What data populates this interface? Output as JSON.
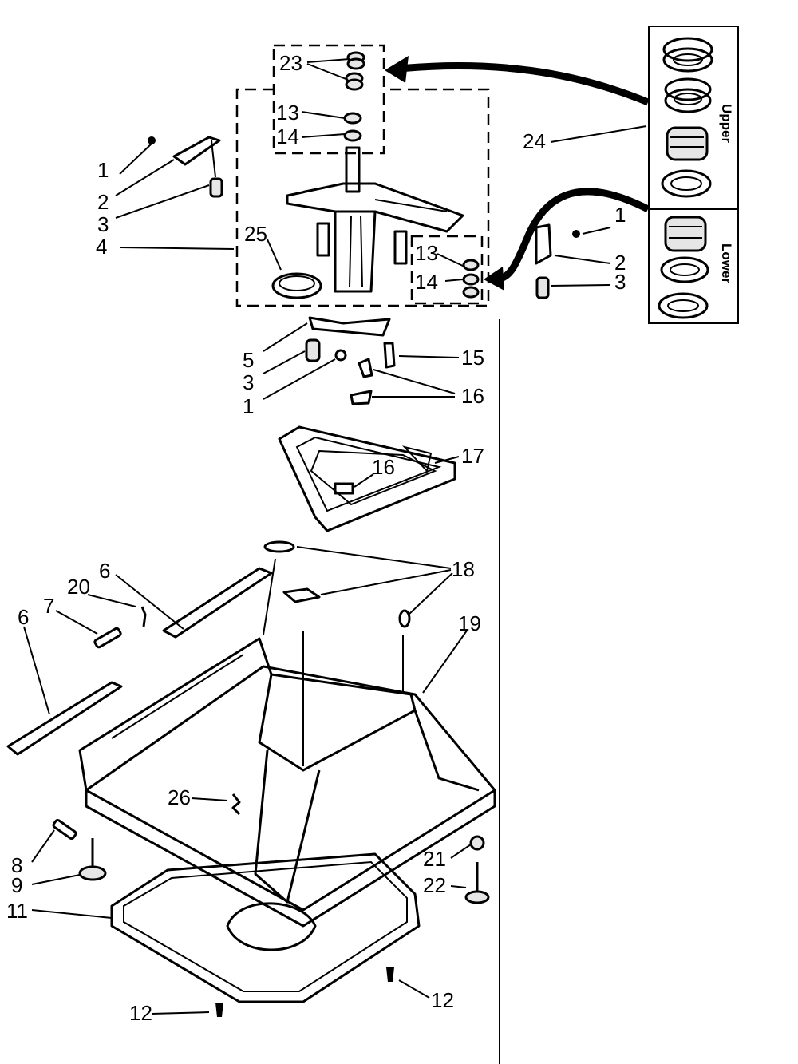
{
  "labels": {
    "n1": "1",
    "n2": "2",
    "n3": "3",
    "n4": "4",
    "n5": "5",
    "n6": "6",
    "n7": "7",
    "n8": "8",
    "n9": "9",
    "n11": "11",
    "n12": "12",
    "n13": "13",
    "n14": "14",
    "n15": "15",
    "n16": "16",
    "n17": "17",
    "n18": "18",
    "n19": "19",
    "n20": "20",
    "n21": "21",
    "n22": "22",
    "n23": "23",
    "n24": "24",
    "n25": "25",
    "n26": "26"
  },
  "bearing_kit": {
    "upper_label": "Upper",
    "lower_label": "Lower"
  }
}
